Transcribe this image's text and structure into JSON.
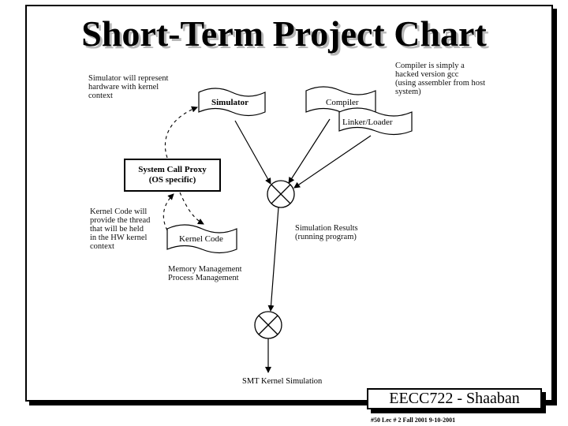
{
  "title": "Short-Term Project Chart",
  "nodes": {
    "simulator": "Simulator",
    "compiler": "Compiler",
    "linker_loader": "Linker/Loader",
    "system_call_proxy": [
      "System Call Proxy",
      "(OS specific)"
    ],
    "kernel_code": "Kernel Code",
    "memory_management": "Memory Management",
    "process_management": "Process Management",
    "simulation_results": [
      "Simulation Results",
      "(running program)"
    ],
    "smt_kernel_simulation": "SMT Kernel Simulation"
  },
  "notes": {
    "simulator_note": [
      "Simulator will represent",
      "hardware with kernel",
      "context"
    ],
    "compiler_note": [
      "Compiler is simply a",
      "hacked version gcc",
      "(using assembler from host",
      "system)"
    ],
    "kernel_note": [
      "Kernel Code will",
      "provide the thread",
      "that will be held",
      "in the HW kernel",
      "context"
    ]
  },
  "badge": "EECC722 - Shaaban",
  "footer": "#50   Lec # 2   Fall 2001 9-10-2001"
}
